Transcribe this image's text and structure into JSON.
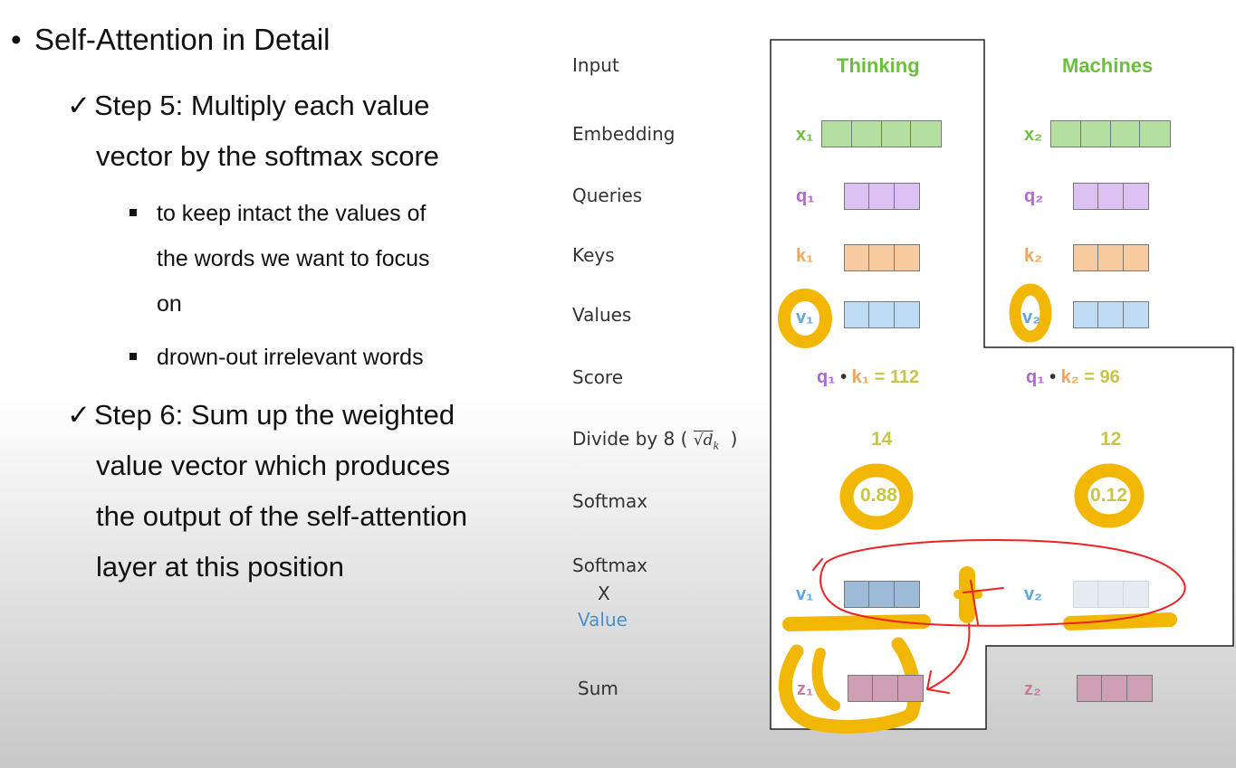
{
  "left_panel": {
    "bullet_title": "Self-Attention in Detail",
    "step5": {
      "line1": "Step 5: Multiply each value",
      "line2": "vector by the softmax score"
    },
    "sub_bullets": {
      "first_l1": "to keep intact the values of",
      "first_l2": "the words we want to focus",
      "first_l3": "on",
      "second": "drown-out irrelevant words"
    },
    "step6": {
      "line1": "Step 6: Sum up the weighted",
      "line2": "value vector which produces",
      "line3": "the output of the self-attention",
      "line4": "layer at this position"
    }
  },
  "diagram": {
    "row_labels": {
      "input": "Input",
      "embedding": "Embedding",
      "queries": "Queries",
      "keys": "Keys",
      "values": "Values",
      "score": "Score",
      "divide": "Divide by 8 (",
      "divide_close": ")",
      "sqrt_dk": "√d",
      "sqrt_sub": "k",
      "softmax": "Softmax",
      "softmax_x_l1": "Softmax",
      "softmax_x_l2": "X",
      "softmax_x_l3": "Value",
      "sum": "Sum"
    },
    "words": [
      "Thinking",
      "Machines"
    ],
    "col1": {
      "x": "x₁",
      "q": "q₁",
      "k": "k₁",
      "v": "v₁",
      "score_q": "q₁",
      "dot": "•",
      "score_k": "k₁",
      "score_eq": "= 112",
      "divided": "14",
      "softmax": "0.88",
      "weighted_v": "v₁",
      "z": "z₁"
    },
    "col2": {
      "x": "x₂",
      "q": "q₂",
      "k": "k₂",
      "v": "v₂",
      "score_q": "q₁",
      "dot": "•",
      "score_k": "k₂",
      "score_eq": "= 96",
      "divided": "12",
      "softmax": "0.12",
      "weighted_v": "v₂",
      "z": "z₂"
    },
    "colors": {
      "green": "#6bbf3b",
      "embedding_fill": "#b3dfa0",
      "query_fill": "#dcc2f3",
      "query_text": "#b065d9",
      "key_fill": "#f7caa0",
      "key_text": "#f0a55a",
      "value_fill": "#bfdcf5",
      "value_text": "#5aa6dd",
      "weighted_v1_fill": "#9dbbd6",
      "weighted_v2_fill": "#e4ebf1",
      "sum_fill": "#ce9fb4",
      "sum_text": "#c77a9a",
      "number_text": "#c9c446",
      "highlight": "#f2b705",
      "pen_red": "#ee2222"
    }
  }
}
